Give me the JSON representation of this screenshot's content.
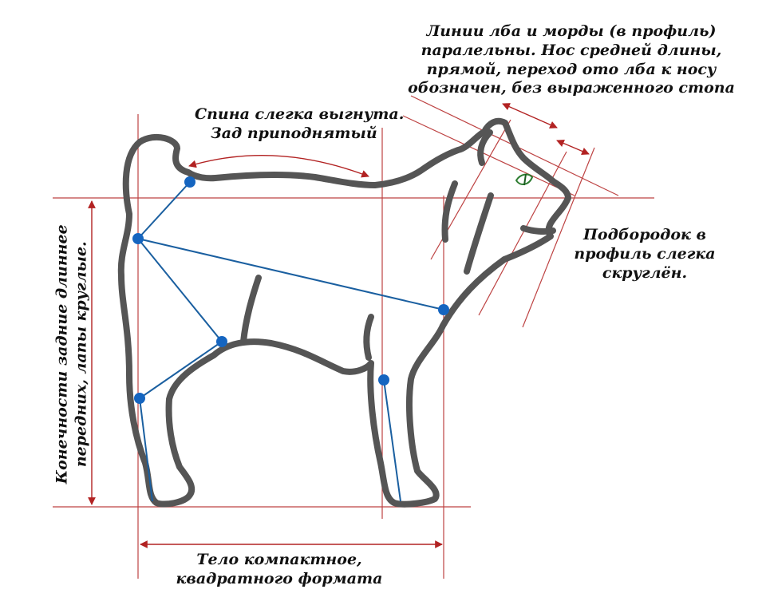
{
  "labels": {
    "head_profile": [
      "Линии лба и морды (в профиль)",
      "паралельны. Нос  средней длины,",
      "прямой, переход ото лба к носу",
      "обозначен, без выраженного стопа"
    ],
    "back": [
      "Спина слегка  выгнута.",
      "Зад приподнятый"
    ],
    "chin": [
      "Подбородок в",
      "профиль слегка",
      "скруглён."
    ],
    "limbs": [
      "Конечности задние длиннее",
      "передних, лапы круглые."
    ],
    "body": [
      "Тело компактное,",
      "квадратного формата"
    ]
  },
  "colors": {
    "guide_line": "#b22222",
    "outline": "#555555",
    "skeleton_line": "#1a5fa0",
    "joint_dot": "#1565c0",
    "eye": "#2e7d32",
    "text": "#111111"
  }
}
